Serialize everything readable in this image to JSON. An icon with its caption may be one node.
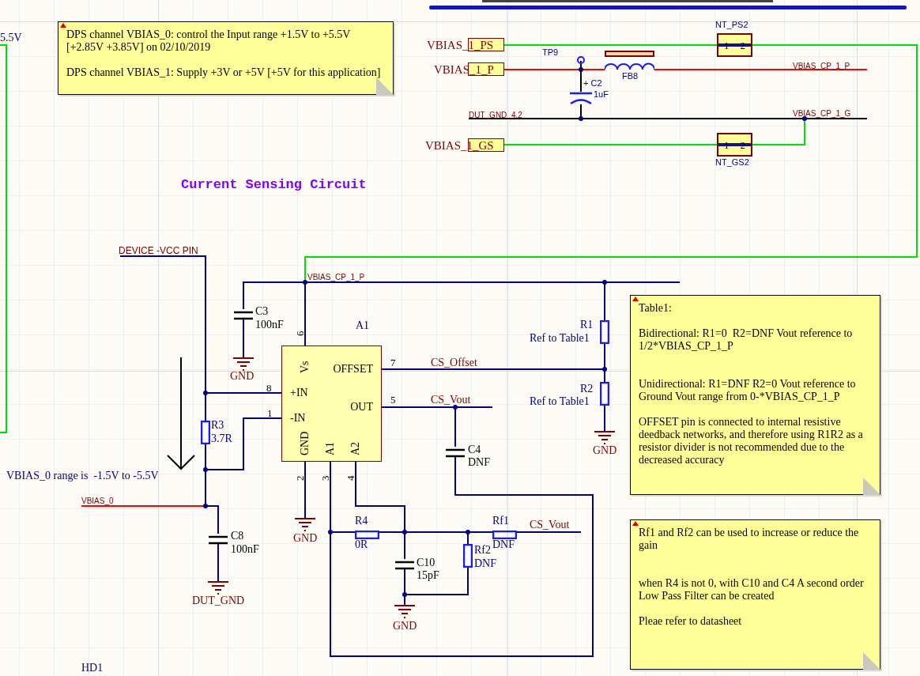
{
  "diagram": {
    "title": "Current Sensing Circuit",
    "nodes": [
      {
        "text": [
          "DPS channel VBIAS_0: control the Input range +1.5V to +5.5V [+2.85V +3.85V] on 02/10/2019",
          "DPS channel VBIAS_1: Supply +3V or +5V [+5V for this application]"
        ]
      },
      {
        "text": [
          "VBIAS_1_PS"
        ]
      },
      {
        "text": [
          "VBIAS_1_P"
        ]
      },
      {
        "text": [
          "VBIAS_1_GS"
        ]
      },
      {
        "text": [
          "1",
          "2"
        ],
        "beside": [
          "NT_PS2"
        ]
      },
      {
        "text": [],
        "shape": "circle",
        "beside": [
          "TP9"
        ]
      },
      {
        "text": [],
        "shape": "picture",
        "beside": [
          "FB8"
        ]
      },
      {
        "text": [],
        "shape": "picture",
        "beside": [
          "+ C2",
          "1uF"
        ]
      },
      {
        "text": [
          "1",
          "2"
        ],
        "beside": [
          "NT_GS2"
        ]
      },
      {
        "text": [
          "Vs",
          "OFFSET",
          "+IN",
          "-IN",
          "OUT",
          "GND",
          "A1",
          "A2"
        ],
        "beside": [
          "A1"
        ]
      },
      {
        "text": [],
        "shape": "picture",
        "beside": [
          "C3",
          "100nF"
        ]
      },
      {
        "text": [],
        "shape": "picture",
        "beside": [
          "GND"
        ]
      },
      {
        "text": [],
        "shape": "box",
        "beside": [
          "R3",
          "3.7R"
        ]
      },
      {
        "text": [],
        "shape": "picture",
        "beside": [
          "C8",
          "100nF"
        ]
      },
      {
        "text": [],
        "shape": "picture",
        "beside": [
          "DUT_GND"
        ]
      },
      {
        "text": [],
        "shape": "picture",
        "beside": [
          "GND"
        ]
      },
      {
        "text": [],
        "shape": "box",
        "beside": [
          "R4",
          "0R"
        ]
      },
      {
        "text": [],
        "shape": "picture",
        "beside": [
          "C10",
          "15pF"
        ]
      },
      {
        "text": [],
        "shape": "picture",
        "beside": [
          "GND"
        ]
      },
      {
        "text": [],
        "shape": "box",
        "beside": [
          "Rf2",
          "DNF"
        ]
      },
      {
        "text": [],
        "shape": "box",
        "beside": [
          "Rf1",
          "DNF"
        ]
      },
      {
        "text": [],
        "shape": "picture",
        "beside": [
          "C4",
          "DNF"
        ]
      },
      {
        "text": [],
        "shape": "box",
        "beside": [
          "R1",
          "Ref to Table1"
        ]
      },
      {
        "text": [],
        "shape": "box",
        "beside": [
          "R2",
          "Ref to Table1"
        ]
      },
      {
        "text": [],
        "shape": "picture",
        "beside": [
          "GND"
        ]
      },
      {
        "text": [
          "Table1:",
          "Bidirectional: R1=0  R2=DNF Vout reference to 1/2*VBIAS_CP_1_P",
          "Unidirectional: R1=DNF R2=0 Vout reference to Ground Vout range from 0-*VBIAS_CP_1_P",
          "OFFSET pin is connected to internal resistive deedback networks, and therefore using R1R2 as a resistor divider is not recommended due to the decreased accuracy"
        ]
      },
      {
        "text": [
          "Rf1 and Rf2 can be used to increase or reduce the gain",
          "when R4 is not 0, with C10 and C4 A second order Low Pass Filter can be created",
          "Pleae refer to datasheet"
        ]
      },
      {
        "text": [
          "VBIAS_CP_1_G"
        ]
      },
      {
        "text": [
          "DEVICE -VCC PIN"
        ]
      },
      {
        "text": [
          "VBIAS_0"
        ]
      }
    ],
    "edges": [
      {
        "from": 1,
        "to": 4,
        "arrow": "none",
        "color": "#00e000"
      },
      {
        "from": 4,
        "to": 9,
        "arrow": "none",
        "color": "#00e000"
      },
      {
        "from": 2,
        "to": 6,
        "arrow": "none",
        "color": "#ff0000"
      },
      {
        "from": 6,
        "to": null,
        "arrow": "none",
        "color": "#ff0000"
      },
      {
        "from": 5,
        "to": 7,
        "arrow": "none",
        "color": "#000000"
      },
      {
        "from": 7,
        "to": null,
        "arrow": "none",
        "color": "#000000"
      },
      {
        "from": 8,
        "to": 27,
        "arrow": "none",
        "color": "#00e000"
      },
      {
        "from": 3,
        "to": 8,
        "arrow": "none",
        "color": "#00e000"
      },
      {
        "from": 10,
        "to": 9,
        "arrow": "none"
      },
      {
        "from": 9,
        "to": 22,
        "arrow": "none"
      },
      {
        "from": 10,
        "to": 11,
        "arrow": "none"
      },
      {
        "from": 28,
        "to": 12,
        "arrow": "none"
      },
      {
        "from": 12,
        "to": 9,
        "arrow": "none"
      },
      {
        "from": 12,
        "to": 9,
        "arrow": "none"
      },
      {
        "from": 29,
        "to": 13,
        "arrow": "none",
        "color": "#ff0000"
      },
      {
        "from": 12,
        "to": 13,
        "arrow": "none"
      },
      {
        "from": 13,
        "to": 14,
        "arrow": "none"
      },
      {
        "from": 9,
        "to": 15,
        "arrow": "none"
      },
      {
        "from": 9,
        "to": 16,
        "arrow": "none"
      },
      {
        "from": 9,
        "to": 17,
        "arrow": "none"
      },
      {
        "from": 16,
        "to": 20,
        "arrow": "none"
      },
      {
        "from": 19,
        "to": 20,
        "arrow": "none"
      },
      {
        "from": 17,
        "to": 18,
        "arrow": "none"
      },
      {
        "from": 19,
        "to": 18,
        "arrow": "none"
      },
      {
        "from": 20,
        "to": null,
        "arrow": "none"
      },
      {
        "from": 9,
        "to": 21,
        "arrow": "none"
      },
      {
        "from": 21,
        "to": 9,
        "arrow": "none"
      },
      {
        "from": 9,
        "to": 23,
        "arrow": "none"
      },
      {
        "from": 22,
        "to": 23,
        "arrow": "none"
      },
      {
        "from": 23,
        "to": 24,
        "arrow": "none"
      }
    ],
    "labels": [
      "5.5V",
      "VBIAS_CP_1_P",
      "DUT_GND_4.2",
      "VBIAS_CP_1_P",
      "6",
      "7",
      "CS_Offset",
      "8",
      "5",
      "CS_Vout",
      "1",
      "VBIAS_0 range is  -1.5V to -5.5V",
      "2",
      "3",
      "4",
      "CS_Vout",
      "HD1"
    ]
  }
}
